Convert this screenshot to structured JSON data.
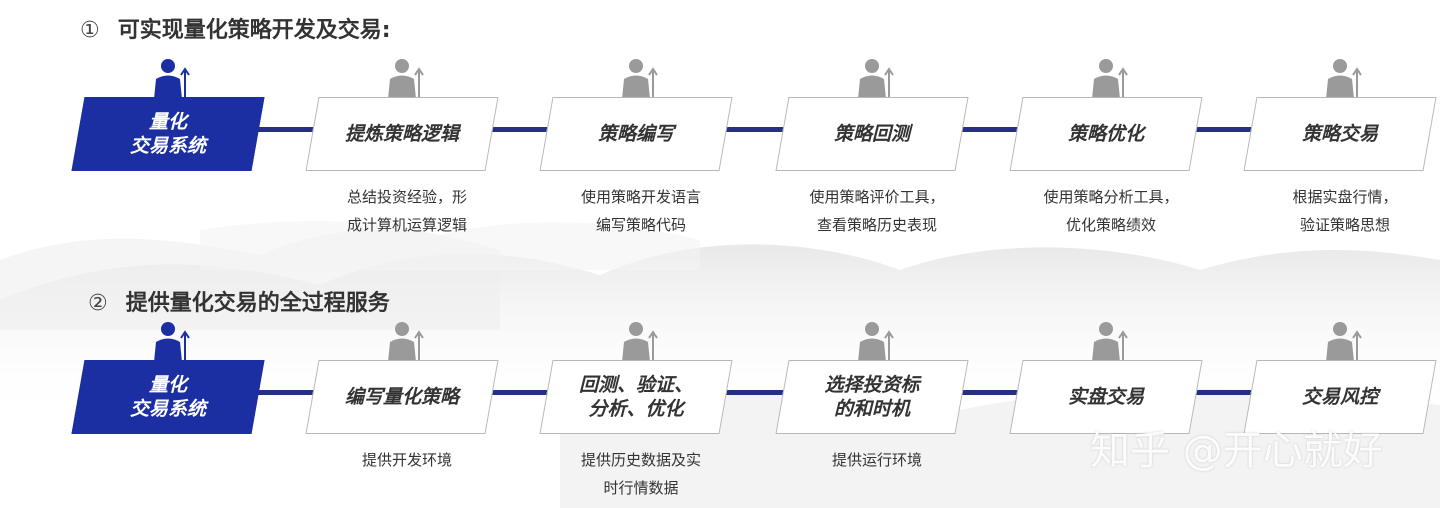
{
  "sections": [
    {
      "number": "①",
      "title": "可实现量化策略开发及交易:",
      "steps": [
        {
          "label": "量化\n交易系统",
          "desc": "",
          "primary": true
        },
        {
          "label": "提炼策略逻辑",
          "desc": "总结投资经验，形\n成计算机运算逻辑",
          "primary": false
        },
        {
          "label": "策略编写",
          "desc": "使用策略开发语言\n编写策略代码",
          "primary": false
        },
        {
          "label": "策略回测",
          "desc": "使用策略评价工具，\n查看策略历史表现",
          "primary": false
        },
        {
          "label": "策略优化",
          "desc": "使用策略分析工具，\n优化策略绩效",
          "primary": false
        },
        {
          "label": "策略交易",
          "desc": "根据实盘行情，\n验证策略思想",
          "primary": false
        }
      ]
    },
    {
      "number": "②",
      "title": "提供量化交易的全过程服务",
      "steps": [
        {
          "label": "量化\n交易系统",
          "desc": "",
          "primary": true
        },
        {
          "label": "编写量化策略",
          "desc": "提供开发环境",
          "primary": false
        },
        {
          "label": "回测、验证、\n分析、优化",
          "desc": "提供历史数据及实\n时行情数据",
          "primary": false
        },
        {
          "label": "选择投资标\n的和时机",
          "desc": "提供运行环境",
          "primary": false
        },
        {
          "label": "实盘交易",
          "desc": "",
          "primary": false
        },
        {
          "label": "交易风控",
          "desc": "",
          "primary": false
        }
      ]
    }
  ],
  "watermark": "知乎 @开心就好",
  "colors": {
    "primary": "#1b2fa3",
    "connector": "#252f86",
    "border": "#b8b8b8"
  },
  "icons": [
    "person-icon",
    "arrow-up-icon"
  ]
}
